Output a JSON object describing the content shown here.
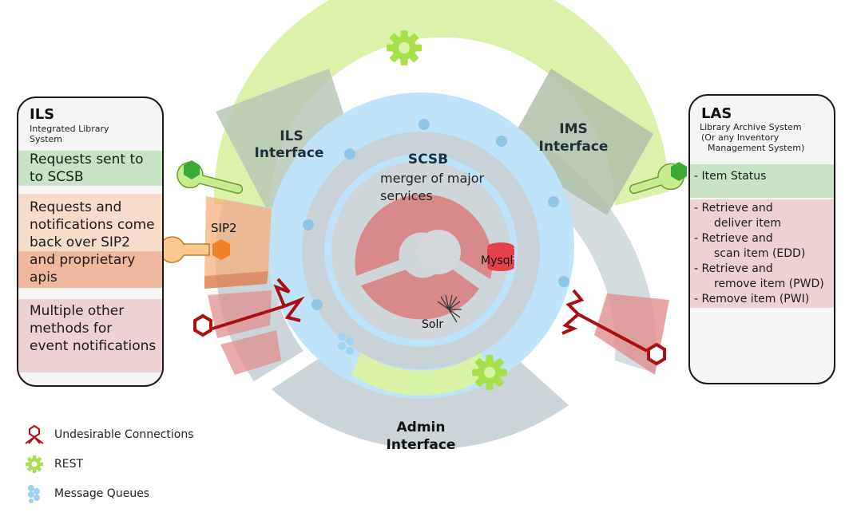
{
  "ils": {
    "title": "ILS",
    "subtitle_line1": "Integrated Library",
    "subtitle_line2": "System",
    "rows": [
      {
        "line1": "Requests sent to",
        "line2": "to SCSB"
      },
      {
        "line1": "Requests and",
        "line2": "notifications come",
        "line3": "back over SIP2",
        "line4": "and proprietary",
        "line5": "apis"
      },
      {
        "line1": "Multiple other",
        "line2": "methods for",
        "line3": "event notifications"
      }
    ]
  },
  "las": {
    "title": "LAS",
    "subtitle_line1": "Library Archive System",
    "subtitle_line2": "(Or any Inventory",
    "subtitle_line3": "Management System)",
    "item_status": "- Item Status",
    "actions": [
      {
        "line1": "- Retrieve and",
        "line2": "deliver item"
      },
      {
        "line1": "- Retrieve and",
        "line2": "scan item (EDD)"
      },
      {
        "line1": "- Retrieve and",
        "line2": "remove item (PWD)"
      },
      {
        "line1": "- Remove item (PWI)"
      }
    ]
  },
  "diagram": {
    "ils_interface_line1": "ILS",
    "ils_interface_line2": "Interface",
    "ims_interface_line1": "IMS",
    "ims_interface_line2": "Interface",
    "admin_interface_line1": "Admin",
    "admin_interface_line2": "Interface",
    "scsb_title": "SCSB",
    "scsb_desc_line1": "merger of major",
    "scsb_desc_line2": "services",
    "mysql_label": "Mysql",
    "solr_label": "Solr",
    "sip2_label": "SIP2"
  },
  "legend": {
    "undesirable": "Undesirable Connections",
    "rest": "REST",
    "mq": "Message Queues"
  },
  "colors": {
    "green_band": "#d9f2a6",
    "green_gear": "#a6e04a",
    "grey_ring": "#c9d3d8",
    "blue_ring": "#bde3f8",
    "core_red": "#d98c8c",
    "dark_red": "#aa0f12",
    "orange": "#f7b07a",
    "hex_green": "#3aaa35",
    "hex_orange": "#f07f2a"
  }
}
